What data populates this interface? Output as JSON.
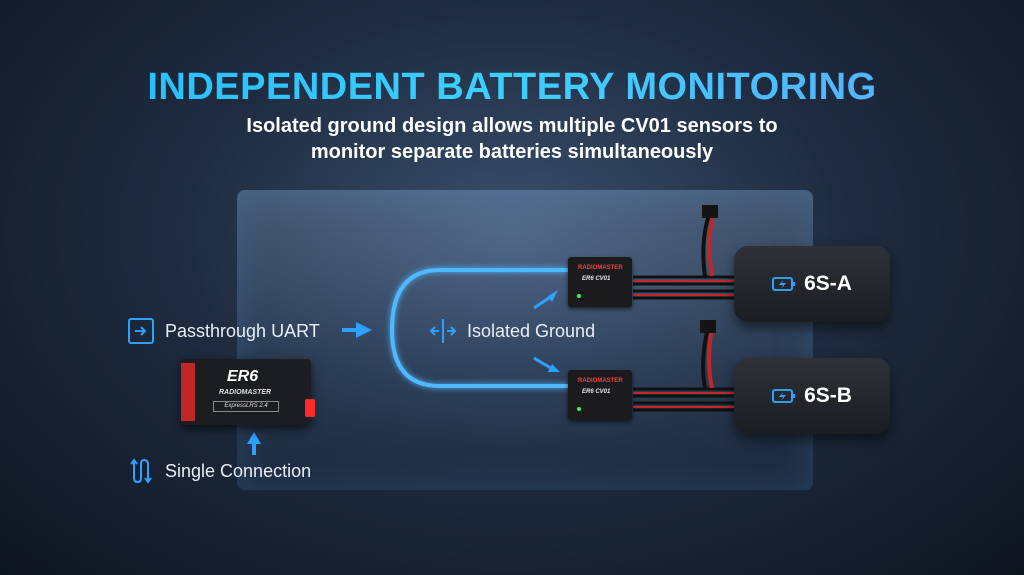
{
  "header": {
    "title": "INDEPENDENT BATTERY MONITORING",
    "subtitle_line1": "Isolated ground design allows multiple CV01 sensors to",
    "subtitle_line2": "monitor separate batteries simultaneously"
  },
  "labels": {
    "passthrough": "Passthrough UART",
    "isolated": "Isolated Ground",
    "single": "Single Connection"
  },
  "receiver": {
    "logo": "ER6",
    "brand": "RADIOMASTER",
    "badge": "ExpressLRS 2.4"
  },
  "sensors": [
    {
      "brand": "RADIOMASTER",
      "model": "ER6 CV01"
    },
    {
      "brand": "RADIOMASTER",
      "model": "ER6 CV01"
    }
  ],
  "batteries": [
    {
      "label": "6S-A"
    },
    {
      "label": "6S-B"
    }
  ],
  "colors": {
    "accent": "#21b9ff",
    "wire_glow": "#3aa8ff",
    "connector": "#ff2a2a"
  }
}
